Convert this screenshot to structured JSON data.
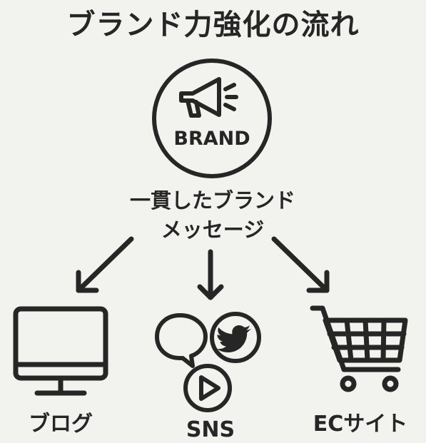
{
  "title": "ブランド力強化の流れ",
  "center": {
    "badge_text": "BRAND",
    "message_line1": "一貫したブランド",
    "message_line2": "メッセージ"
  },
  "channels": [
    {
      "label": "ブログ",
      "icon": "monitor-icon"
    },
    {
      "label": "SNS",
      "icon": "social-media-icons"
    },
    {
      "label": "ECサイト",
      "icon": "shopping-cart-icon"
    }
  ],
  "colors": {
    "background": "#f2f2ee",
    "ink": "#262626"
  }
}
